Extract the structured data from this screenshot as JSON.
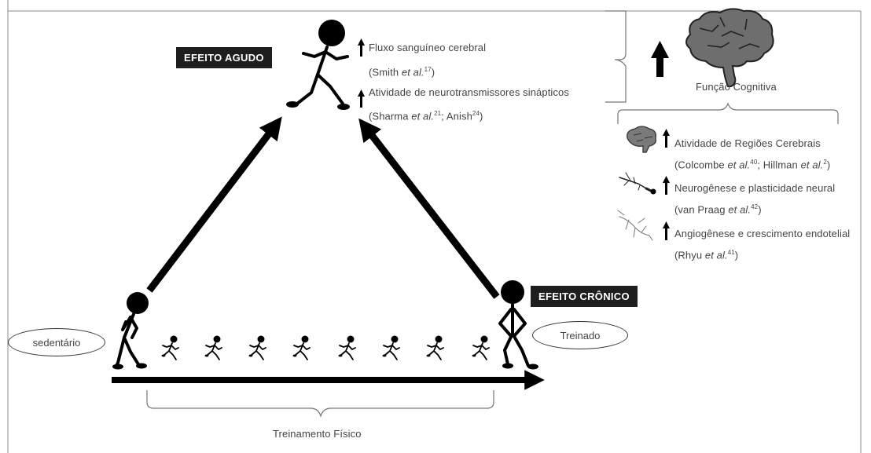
{
  "labels": {
    "acute_effect": "EFEITO AGUDO",
    "chronic_effect": "EFEITO CRÔNICO",
    "sedentary": "sedentário",
    "trained": "Treinado",
    "physical_training": "Treinamento Físico",
    "cognitive_function": "Função Cognitiva"
  },
  "acute_effects": [
    {
      "text": "Fluxo sanguíneo cerebral",
      "ref_prefix": "(Smith ",
      "ref_em": "et al.",
      "ref_sup": "17",
      "ref_suffix": ")"
    },
    {
      "text": "Atividade de neurotransmissores sinápticos",
      "ref_prefix": "(Sharma ",
      "ref_em": "et al.",
      "ref_sup": "21",
      "ref_suffix": "; Anish",
      "ref_sup2": "24",
      "ref_suffix2": ")"
    }
  ],
  "chronic_effects": [
    {
      "text": "Atividade de Regiões Cerebrais",
      "ref_prefix": "(Colcombe ",
      "ref_em": "et al.",
      "ref_sup": "40",
      "ref_suffix": "; Hillman ",
      "ref_em2": "et al.",
      "ref_sup2": "2",
      "ref_suffix2": ")",
      "icon": "brain-small-icon"
    },
    {
      "text": "Neurogênese e plasticidade neural",
      "ref_prefix": "(van Praag ",
      "ref_em": "et al.",
      "ref_sup": "42",
      "ref_suffix": ")",
      "icon": "neuron-icon"
    },
    {
      "text": "Angiogênese e crescimento endotelial",
      "ref_prefix": "(Rhyu ",
      "ref_em": "et al.",
      "ref_sup": "41",
      "ref_suffix": ")",
      "icon": "blood-vessel-icon"
    }
  ],
  "colors": {
    "ink": "#000000",
    "box_bg": "#1e1e1e",
    "brain_fill": "#6e6e6e",
    "text": "#444444"
  },
  "icons": [
    "brain-icon",
    "stick-figure-icon",
    "up-arrow-icon",
    "neuron-icon",
    "blood-vessel-icon"
  ]
}
